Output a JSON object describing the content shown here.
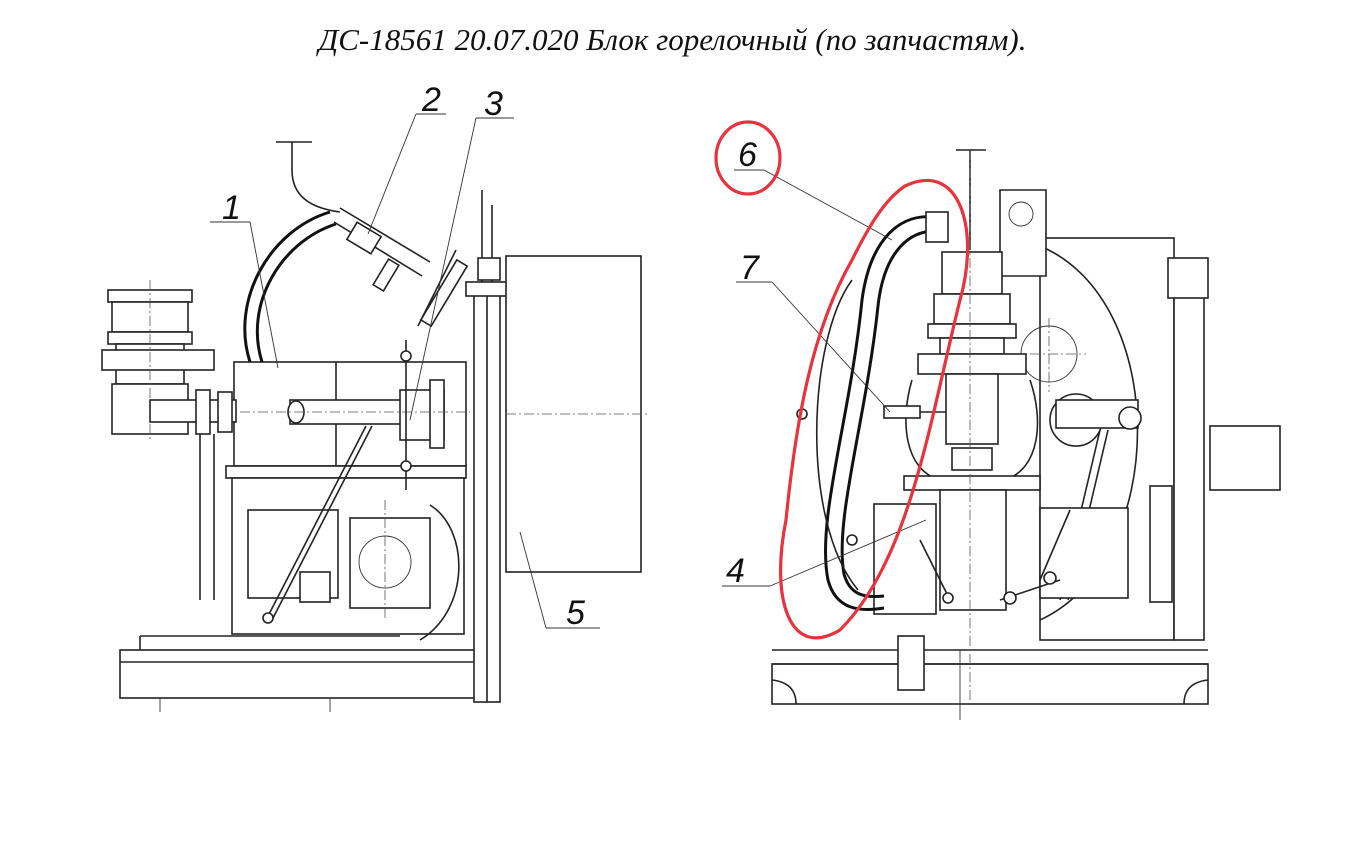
{
  "title": "ДС-18561 20.07.020  Блок горелочный (по запчастям).",
  "callouts": {
    "c1": "1",
    "c2": "2",
    "c3": "3",
    "c4": "4",
    "c5": "5",
    "c6": "6",
    "c7": "7"
  },
  "colors": {
    "highlight": "#e8323c",
    "line": "#222222"
  }
}
